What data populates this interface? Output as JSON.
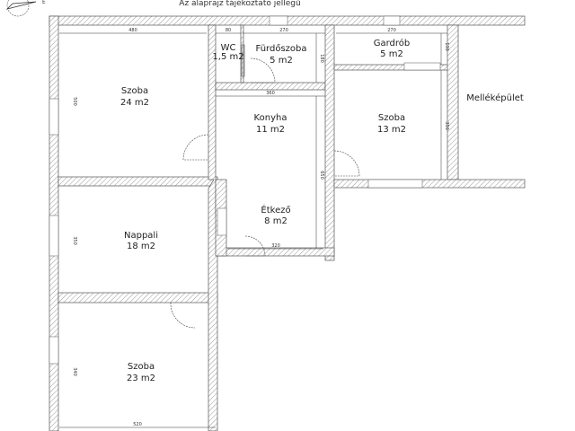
{
  "title": "Az alaprajz tájékoztató jellegű",
  "north_label": "É",
  "rooms": [
    {
      "name": "Szoba",
      "area": "24 m2"
    },
    {
      "name": "WC",
      "area": "1,5 m2"
    },
    {
      "name": "Fürdőszoba",
      "area": "5 m2"
    },
    {
      "name": "Gardrób",
      "area": "5 m2"
    },
    {
      "name": "Konyha",
      "area": "11 m2"
    },
    {
      "name": "Szoba",
      "area": "13 m2"
    },
    {
      "name": "Melléképület",
      "area": ""
    },
    {
      "name": "Étkező",
      "area": "8 m2"
    },
    {
      "name": "Nappali",
      "area": "18 m2"
    },
    {
      "name": "Szoba",
      "area": "23 m2"
    }
  ],
  "dimensions": {
    "szoba24_width": "480",
    "szoba24_height": "500",
    "wc_width": "80",
    "furdo_width": "270",
    "furdo_height": "180",
    "gardrob_width": "270",
    "gardrob_height": "130",
    "konyha_width": "360",
    "konyha_height": "650",
    "szoba13_height": "350",
    "etkezo_width": "320",
    "nappali_height": "350",
    "szoba23_height": "340",
    "szoba23_width": "520"
  },
  "colors": {
    "wall": "#888888",
    "line": "#333333"
  }
}
